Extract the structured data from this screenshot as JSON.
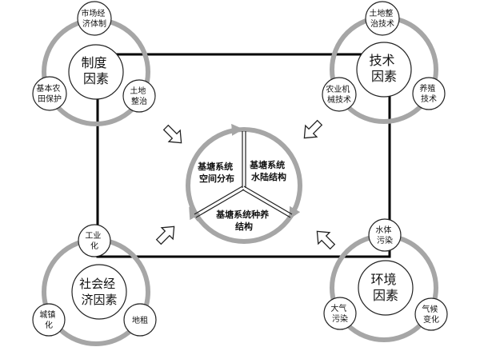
{
  "clusters": {
    "institution": {
      "main": [
        "制度",
        "因素"
      ],
      "sub1": [
        "市场经",
        "济体制"
      ],
      "sub2": [
        "基本农",
        "田保护"
      ],
      "sub3": [
        "土地",
        "整治"
      ]
    },
    "technology": {
      "main": [
        "技术",
        "因素"
      ],
      "sub1": [
        "土地整",
        "治技术"
      ],
      "sub2": [
        "农业机",
        "械技术"
      ],
      "sub3": [
        "养殖",
        "技术"
      ]
    },
    "socioeconomic": {
      "main": [
        "社会经",
        "济因素"
      ],
      "sub1": [
        "工业",
        "化"
      ],
      "sub2": [
        "城镇",
        "化"
      ],
      "sub3": [
        "地租"
      ]
    },
    "environment": {
      "main": [
        "环境",
        "因素"
      ],
      "sub1": [
        "水体",
        "污染"
      ],
      "sub2": [
        "大气",
        "污染"
      ],
      "sub3": [
        "气候",
        "变化"
      ]
    }
  },
  "center": {
    "spatial": [
      "基塘系统",
      "空间分布"
    ],
    "water_land": [
      "基塘系统",
      "水陆结构"
    ],
    "planting": [
      "基塘系统种养",
      "结构"
    ]
  },
  "colors": {
    "ring": "#a6a6a6",
    "frame": "#000000",
    "arrow_fill": "#ffffff"
  }
}
